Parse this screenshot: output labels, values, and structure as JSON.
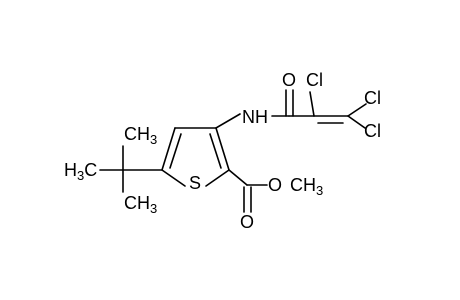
{
  "molecule": {
    "atoms": {
      "ch3_top": "CH",
      "ch3_top_sub": "3",
      "ch3_mid_left": "H",
      "ch3_mid_left_c": "C",
      "ch3_mid_left_sub": "3",
      "ch3_bottom": "CH",
      "ch3_bottom_sub": "3",
      "sulfur": "S",
      "nh": "NH",
      "carbonyl_o_amide": "O",
      "cl_1": "Cl",
      "cl_2": "Cl",
      "cl_3": "Cl",
      "carbonyl_o_ester": "O",
      "ester_o": "O",
      "ester_ch3": "CH",
      "ester_ch3_sub": "3"
    }
  }
}
